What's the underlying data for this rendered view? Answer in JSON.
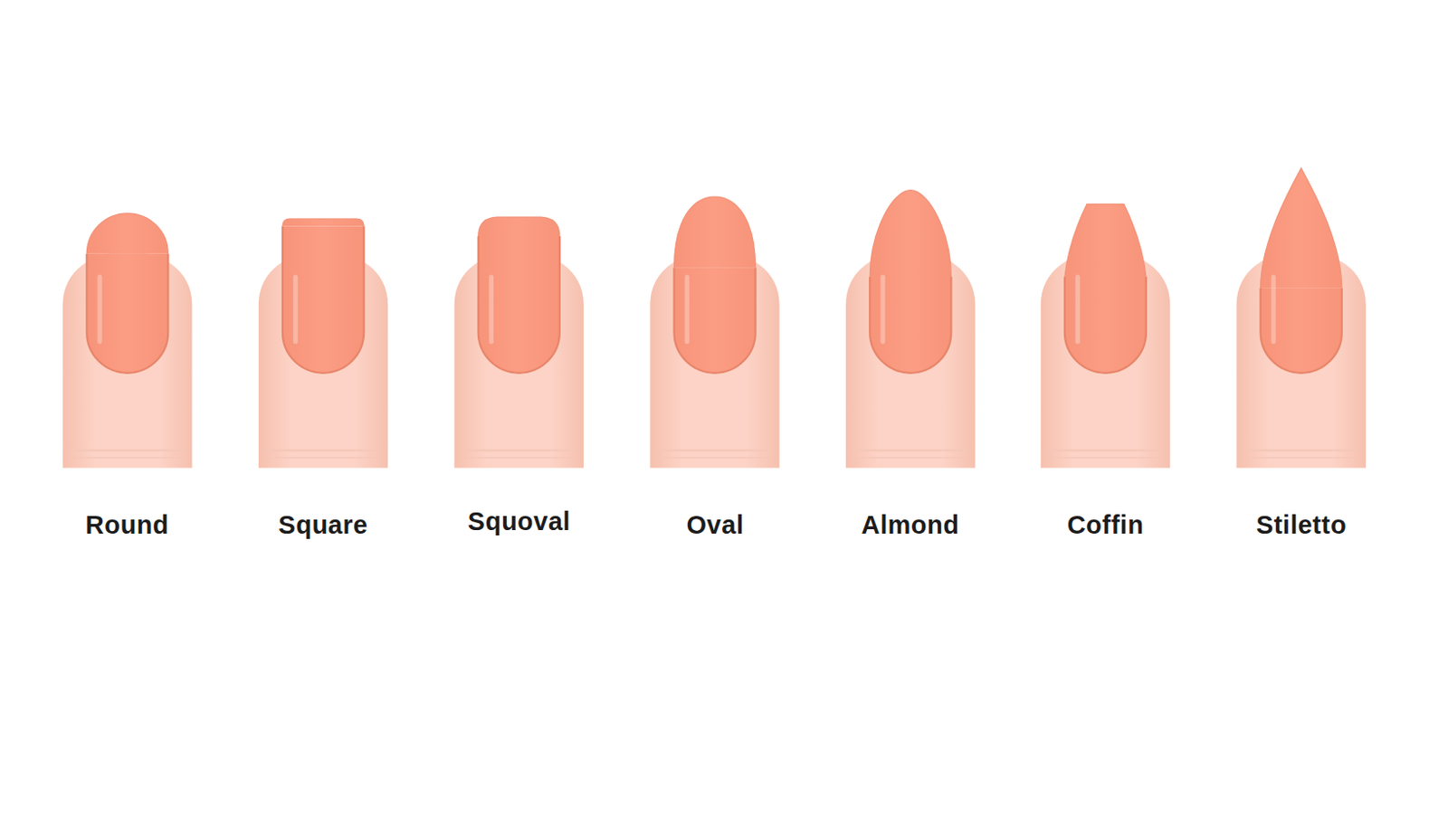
{
  "diagram": {
    "labels": [
      "Round",
      "Square",
      "Squoval",
      "Oval",
      "Almond",
      "Coffin",
      "Stiletto"
    ]
  }
}
